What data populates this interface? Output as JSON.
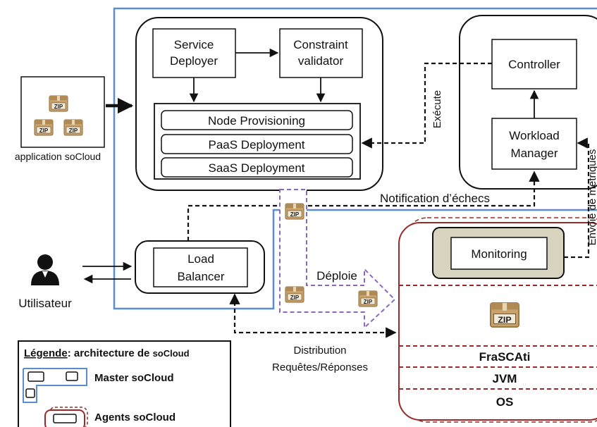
{
  "colors": {
    "master": "#5b8ed0",
    "agents": "#9a2a2a",
    "zip_box": "#c8a26a",
    "deploy_arrow": "#8a6ab8",
    "monitoring_fill": "#d8d3be"
  },
  "nodes": {
    "service_deployer": [
      "Service",
      "Deployer"
    ],
    "constraint_validator": [
      "Constraint",
      "validator"
    ],
    "node_provisioning": "Node Provisioning",
    "paas_deployment": "PaaS Deployment",
    "saas_deployment": "SaaS Deployment",
    "controller": "Controller",
    "workload_manager": [
      "Workload",
      "Manager"
    ],
    "load_balancer": [
      "Load",
      "Balancer"
    ],
    "monitoring": "Monitoring",
    "frascati": "FraSCAti",
    "jvm": "JVM",
    "os": "OS"
  },
  "labels": {
    "application": "application soCloud",
    "user": "Utilisateur",
    "execute": "Exécute",
    "notification": "Notification d’échecs",
    "deploy": "Déploie",
    "metrics": "Envoie de métriques",
    "distribution": [
      "Distribution",
      "Requêtes/Réponses"
    ]
  },
  "icons": {
    "zip": "ZIP",
    "package": "zip-package-icon",
    "user": "user-icon"
  },
  "legend": {
    "title_underlined": "Légende",
    "title_rest": ": architecture de ",
    "title_brand": "soCloud",
    "master": "Master soCloud",
    "agents": "Agents soCloud"
  }
}
